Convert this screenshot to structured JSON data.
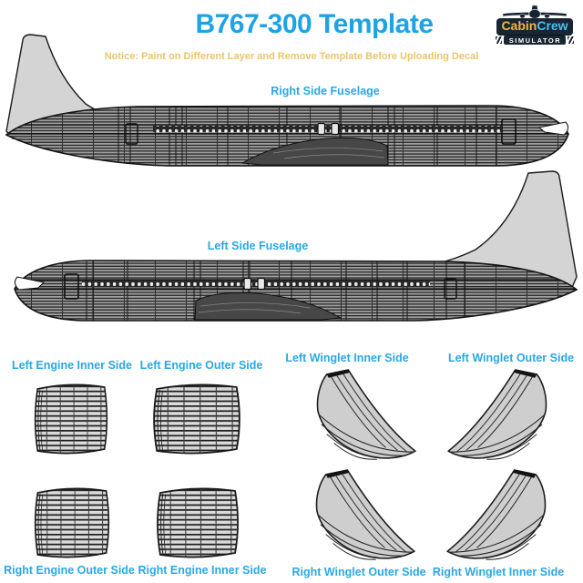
{
  "header": {
    "title": "B767-300 Template",
    "notice": "Notice: Paint on Different Layer and Remove Template Before Uploading Decal"
  },
  "logo": {
    "word1": "Cabin",
    "word2": "Crew",
    "banner": "SIMULATOR"
  },
  "labels": {
    "right_fuselage": "Right Side Fuselage",
    "left_fuselage": "Left Side Fuselage",
    "engine_left_inner": "Left Engine Inner Side",
    "engine_left_outer": "Left Engine Outer Side",
    "engine_right_outer": "Right Engine Outer Side",
    "engine_right_inner": "Right Engine Inner Side",
    "winglet_left_inner": "Left Winglet Inner Side",
    "winglet_left_outer": "Left Winglet Outer Side",
    "winglet_right_outer": "Right Winglet Outer Side",
    "winglet_right_inner": "Right Winglet Inner Side"
  },
  "colors": {
    "title_blue": "#1FA3E3",
    "label_blue": "#2BA7E3",
    "notice_gold": "#EAC56B",
    "fin_gray": "#D4D4D4",
    "logo_gold": "#F2B63C",
    "logo_cyan": "#49C0F0",
    "logo_navy": "#182633"
  }
}
